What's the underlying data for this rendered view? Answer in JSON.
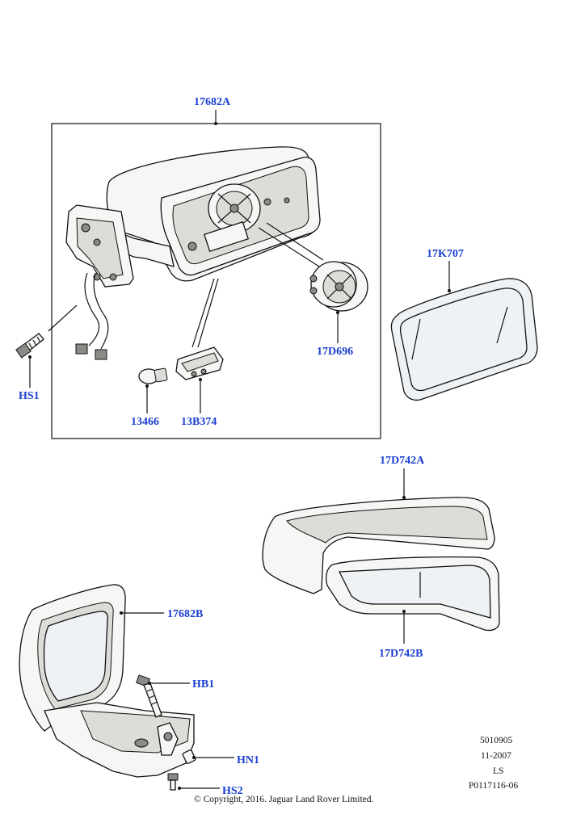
{
  "labels": {
    "l17682A": "17682A",
    "l17K707": "17K707",
    "l17D696": "17D696",
    "lHS1": "HS1",
    "l13466": "13466",
    "l13B374": "13B374",
    "l17D742A": "17D742A",
    "l17D742B": "17D742B",
    "l17682B": "17682B",
    "lHB1": "HB1",
    "lHN1": "HN1",
    "lHS2": "HS2"
  },
  "meta": {
    "code": "5010905",
    "date": "11-2007",
    "region": "LS",
    "ref": "P0117116-06"
  },
  "copyright": "© Copyright, 2016. Jaguar Land Rover Limited.",
  "colors": {
    "label": "#1a3fd0",
    "line": "#111111"
  }
}
